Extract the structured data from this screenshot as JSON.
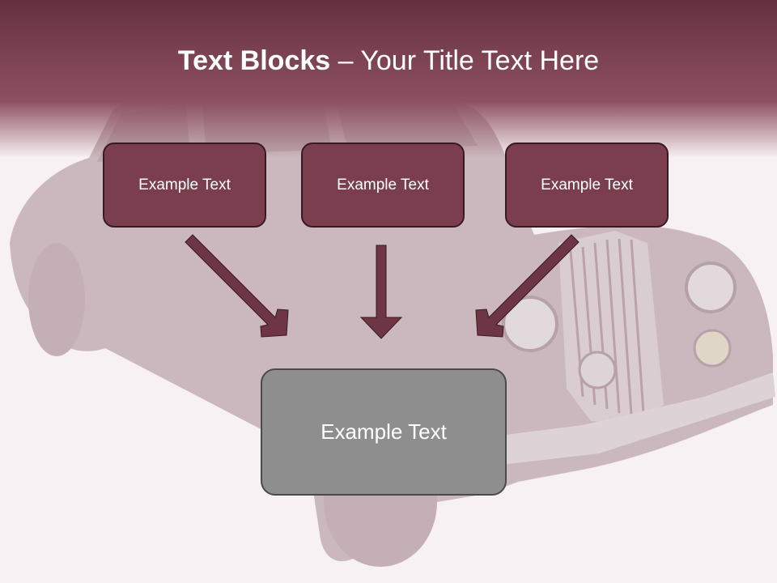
{
  "slide": {
    "title_bold": "Text Blocks",
    "title_dash": " – ",
    "title_rest": "Your Title Text Here",
    "boxes": [
      "Example Text",
      "Example Text",
      "Example Text"
    ],
    "main_box": "Example Text"
  },
  "colors": {
    "header": "#79404f",
    "box_fill": "#7a3e4e",
    "box_border": "#3a1a22",
    "main_box_fill": "#8e8e8e",
    "arrow": "#6e3644",
    "background": "#f7f1f3"
  },
  "icons": {
    "background_image": "vintage-car-picture",
    "connectors": "down-arrow-icon"
  }
}
